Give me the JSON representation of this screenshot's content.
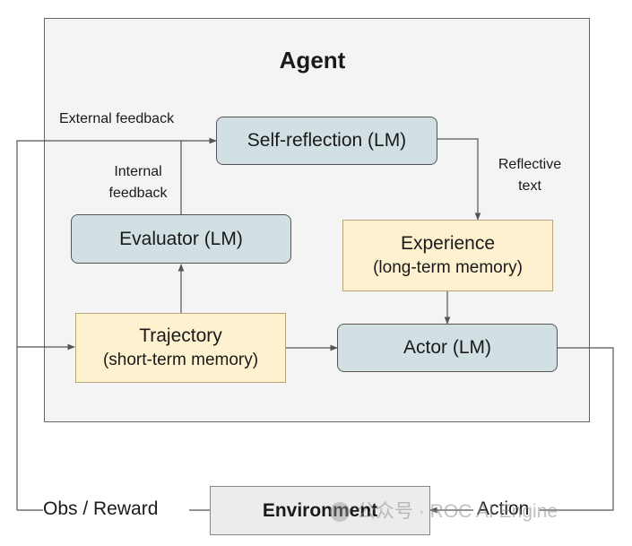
{
  "agent": {
    "title": "Agent"
  },
  "nodes": {
    "self_reflection": {
      "label": "Self-reflection (LM)"
    },
    "evaluator": {
      "label": "Evaluator (LM)"
    },
    "experience": {
      "line1": "Experience",
      "line2": "(long-term memory)"
    },
    "trajectory": {
      "line1": "Trajectory",
      "line2": "(short-term memory)"
    },
    "actor": {
      "label": "Actor (LM)"
    },
    "environment": {
      "label": "Environment"
    }
  },
  "edge_labels": {
    "external_feedback": "External feedback",
    "internal_feedback_1": "Internal",
    "internal_feedback_2": "feedback",
    "reflective_text_1": "Reflective",
    "reflective_text_2": "text",
    "obs_reward": "Obs / Reward",
    "action": "Action"
  },
  "watermark": {
    "text": "公众号 · ROC AI Engine"
  },
  "colors": {
    "lm_fill": "#d3e0e3",
    "memory_fill": "#fdf1cf",
    "agent_fill": "#f4f4f4",
    "environment_fill": "#ececec",
    "arrow": "#555555"
  }
}
